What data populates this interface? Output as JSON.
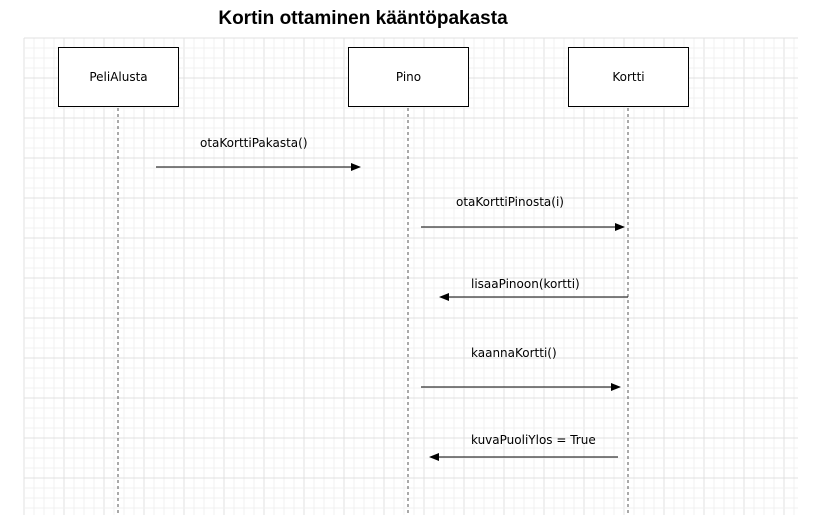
{
  "title": "Kortin ottaminen kääntöpakasta",
  "participants": [
    {
      "id": "peli",
      "label": "PeliAlusta"
    },
    {
      "id": "pino",
      "label": "Pino"
    },
    {
      "id": "kortti",
      "label": "Kortti"
    }
  ],
  "messages": [
    {
      "label": "otaKorttiPakasta()",
      "from": "peli",
      "to": "pino"
    },
    {
      "label": "otaKorttiPinosta(i)",
      "from": "pino",
      "to": "kortti"
    },
    {
      "label": "lisaaPinoon(kortti)",
      "from": "kortti",
      "to": "pino"
    },
    {
      "label": "kaannaKortti()",
      "from": "pino",
      "to": "kortti"
    },
    {
      "label": "kuvaPuoliYlos = True",
      "from": "kortti",
      "to": "pino"
    }
  ],
  "colors": {
    "grid_minor": "#f0f0f0",
    "grid_major": "#e0e0e0",
    "line": "#000000",
    "background": "#ffffff"
  }
}
